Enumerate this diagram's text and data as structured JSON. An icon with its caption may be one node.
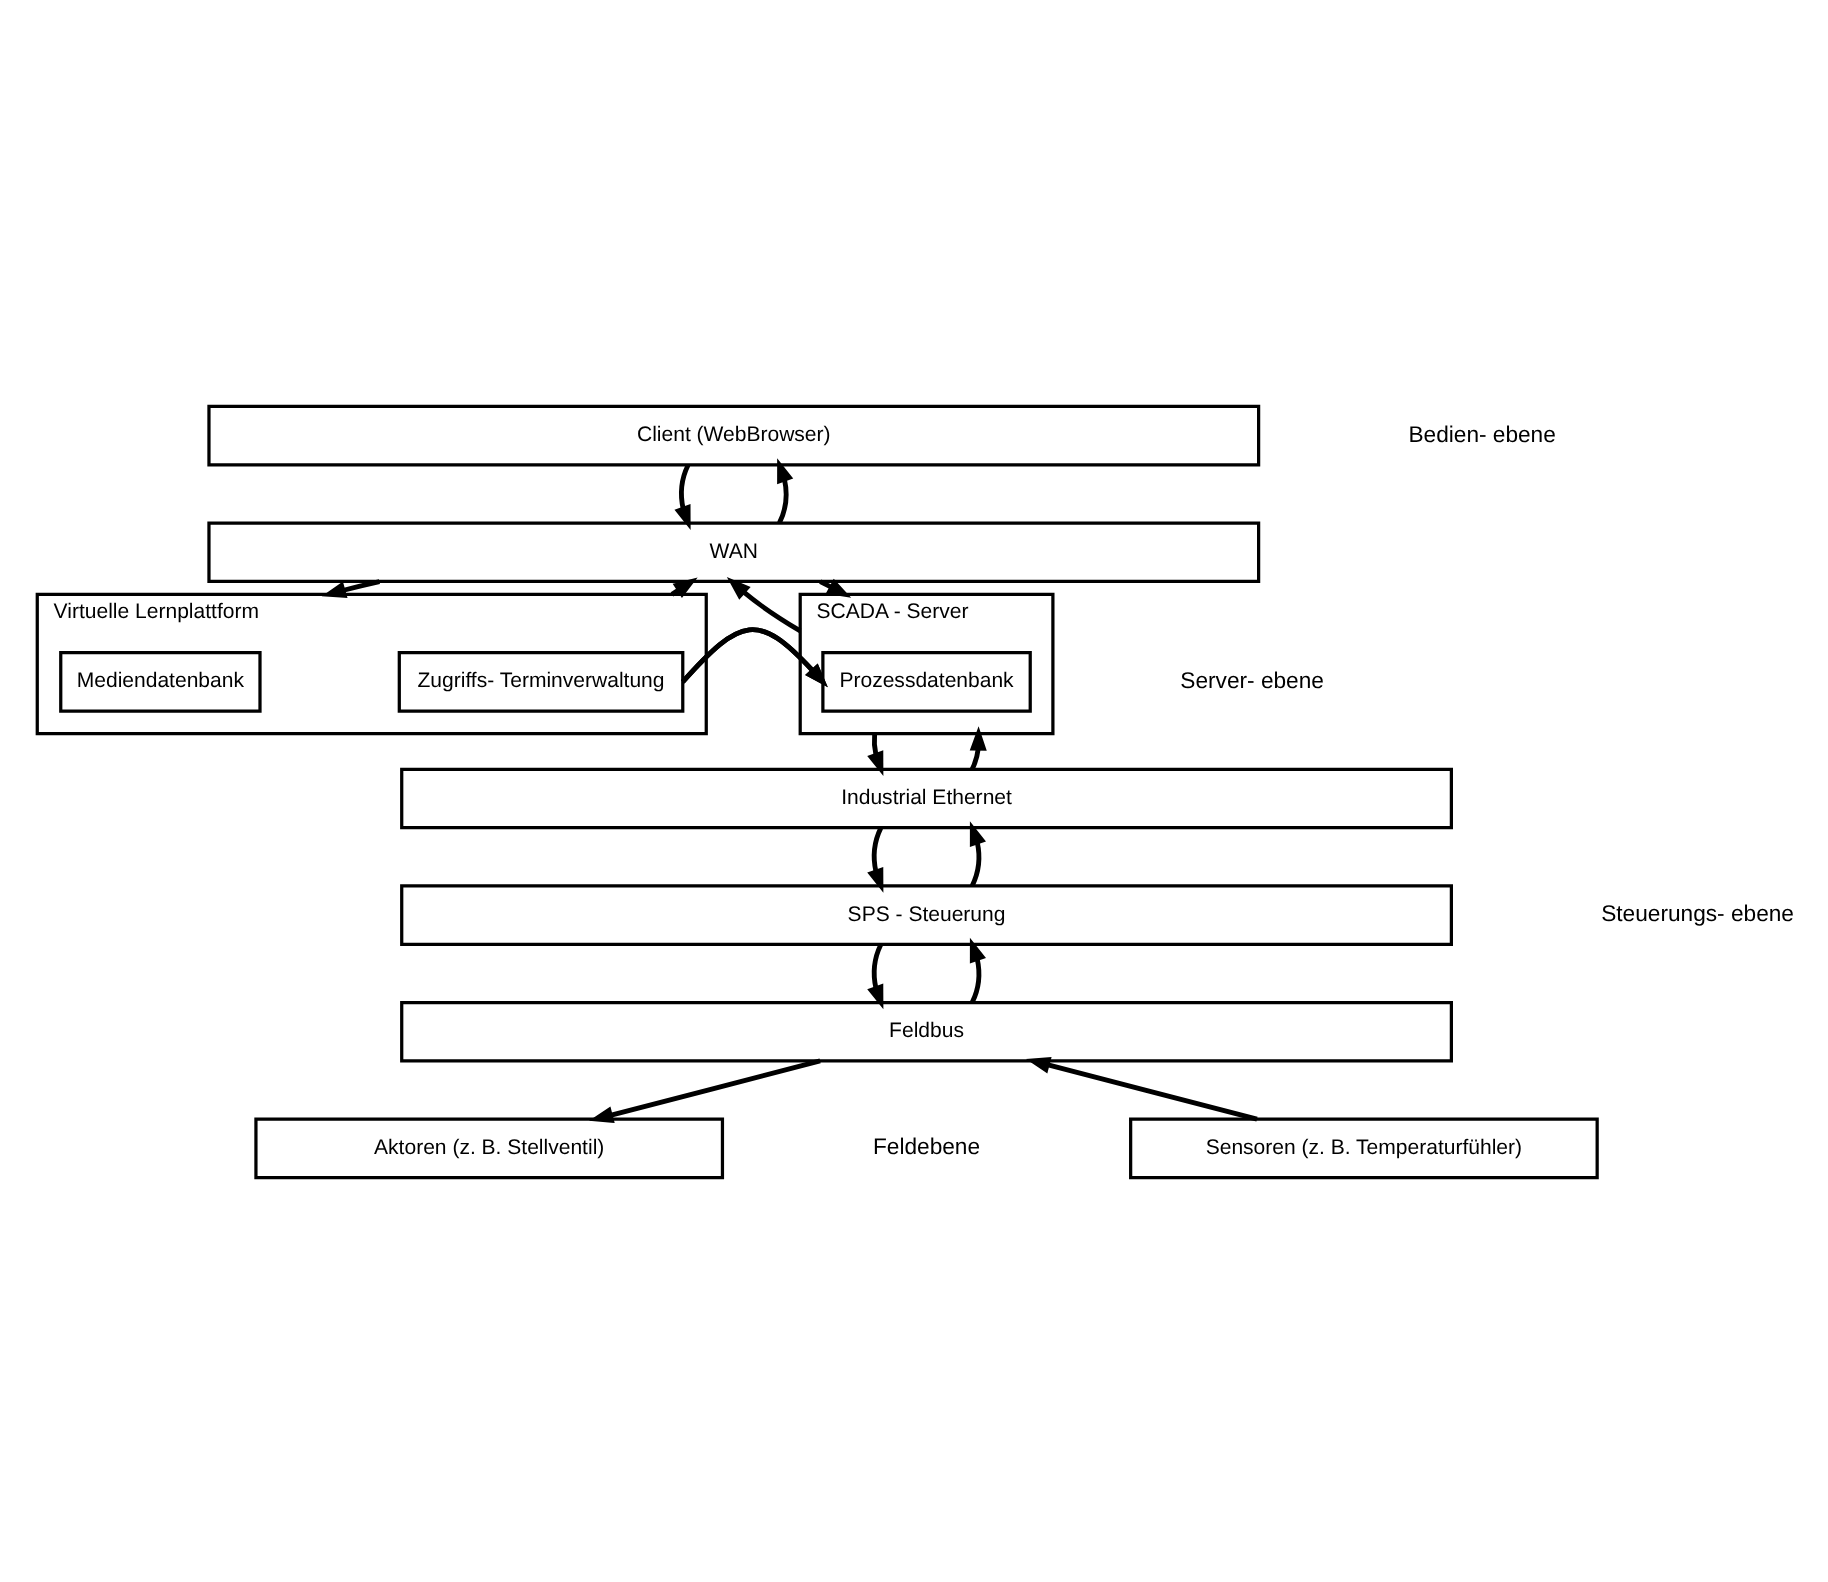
{
  "diagram": {
    "nodes": [
      {
        "text": [
          "Client (WebBrowser)"
        ]
      },
      {
        "text": [
          "WAN"
        ]
      },
      {
        "text": [
          "Virtuelle Lernplattform"
        ]
      },
      {
        "text": [
          "Mediendatenbank"
        ],
        "in": 2
      },
      {
        "text": [
          "Zugriffs- Terminverwaltung"
        ],
        "in": 2
      },
      {
        "text": [
          "SCADA - Server"
        ]
      },
      {
        "text": [
          "Prozessdatenbank"
        ],
        "in": 5
      },
      {
        "text": [
          "Industrial Ethernet"
        ]
      },
      {
        "text": [
          "SPS - Steuerung"
        ]
      },
      {
        "text": [
          "Feldbus"
        ]
      },
      {
        "text": [
          "Aktoren (z. B. Stellventil)"
        ]
      },
      {
        "text": [
          "Sensoren (z. B. Temperaturfühler)"
        ]
      }
    ],
    "edges": [
      {
        "from": 0,
        "to": 1,
        "arrow": "to"
      },
      {
        "from": 1,
        "to": 0,
        "arrow": "to"
      },
      {
        "from": 1,
        "to": 2,
        "arrow": "to"
      },
      {
        "from": 2,
        "to": 1,
        "arrow": "to"
      },
      {
        "from": 1,
        "to": 5,
        "arrow": "to"
      },
      {
        "from": 5,
        "to": 1,
        "arrow": "to"
      },
      {
        "from": 2,
        "to": 5,
        "arrow": "to"
      },
      {
        "from": 5,
        "to": 7,
        "arrow": "to"
      },
      {
        "from": 7,
        "to": 5,
        "arrow": "to"
      },
      {
        "from": 7,
        "to": 8,
        "arrow": "to"
      },
      {
        "from": 8,
        "to": 7,
        "arrow": "to"
      },
      {
        "from": 8,
        "to": 9,
        "arrow": "to"
      },
      {
        "from": 9,
        "to": 8,
        "arrow": "to"
      },
      {
        "from": 9,
        "to": 10,
        "arrow": "to"
      },
      {
        "from": 11,
        "to": 9,
        "arrow": "to"
      }
    ],
    "labels": [
      "Bedien- ebene",
      "Server- ebene",
      "Steuerungs- ebene",
      "Feldebene"
    ]
  }
}
